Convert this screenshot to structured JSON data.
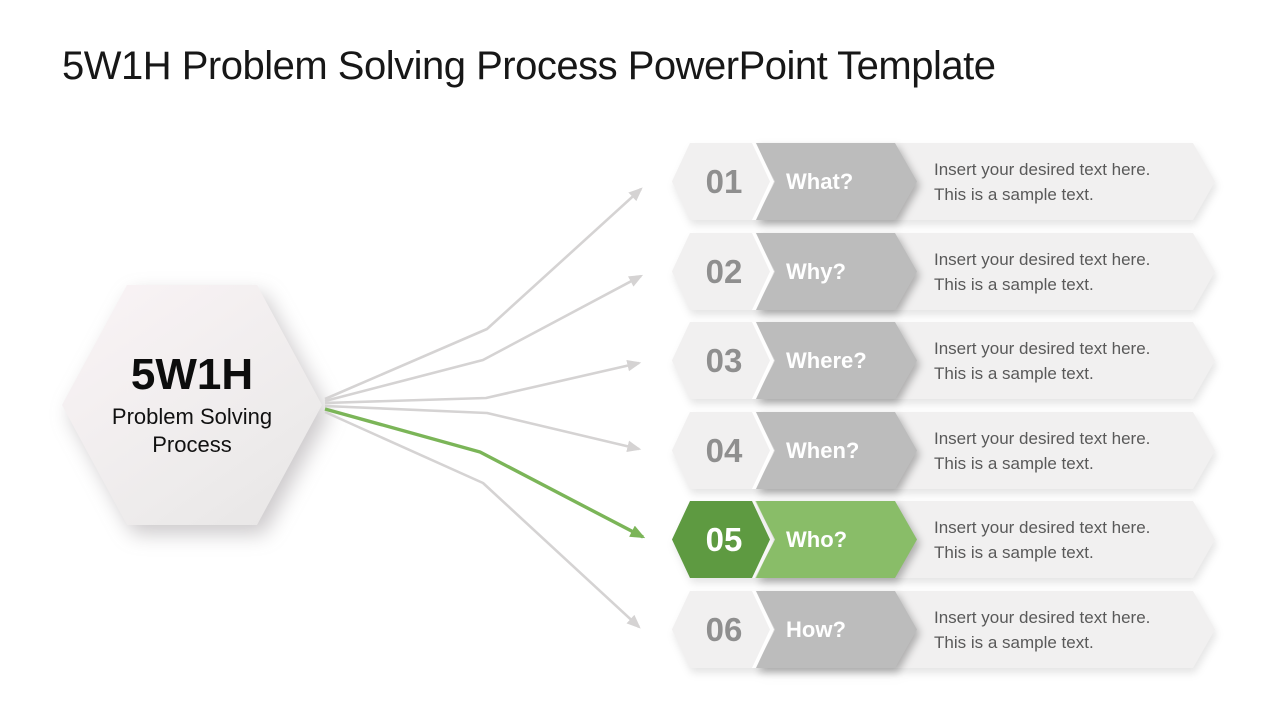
{
  "title": "5W1H Problem Solving Process PowerPoint Template",
  "hexagon": {
    "heading": "5W1H",
    "subheading": "Problem Solving Process"
  },
  "rows": [
    {
      "number": "01",
      "question": "What?",
      "description": "Insert your desired text here. This is a sample text.",
      "highlighted": false
    },
    {
      "number": "02",
      "question": "Why?",
      "description": "Insert your desired text here. This is a sample text.",
      "highlighted": false
    },
    {
      "number": "03",
      "question": "Where?",
      "description": "Insert your desired text here. This is a sample text.",
      "highlighted": false
    },
    {
      "number": "04",
      "question": "When?",
      "description": "Insert your desired text here. This is a sample text.",
      "highlighted": false
    },
    {
      "number": "05",
      "question": "Who?",
      "description": "Insert your desired text here. This is a sample text.",
      "highlighted": true
    },
    {
      "number": "06",
      "question": "How?",
      "description": "Insert your desired text here. This is a sample text.",
      "highlighted": false
    }
  ],
  "colors": {
    "accent_green_dark": "#5e9a41",
    "accent_green_light": "#89bd68",
    "chevron_gray": "#bcbcbc",
    "bar_background": "#f1f0f0",
    "number_gray": "#8f8f8f",
    "description_text": "#595959",
    "arrow_gray": "#d5d3d3",
    "arrow_green": "#7bb558"
  }
}
